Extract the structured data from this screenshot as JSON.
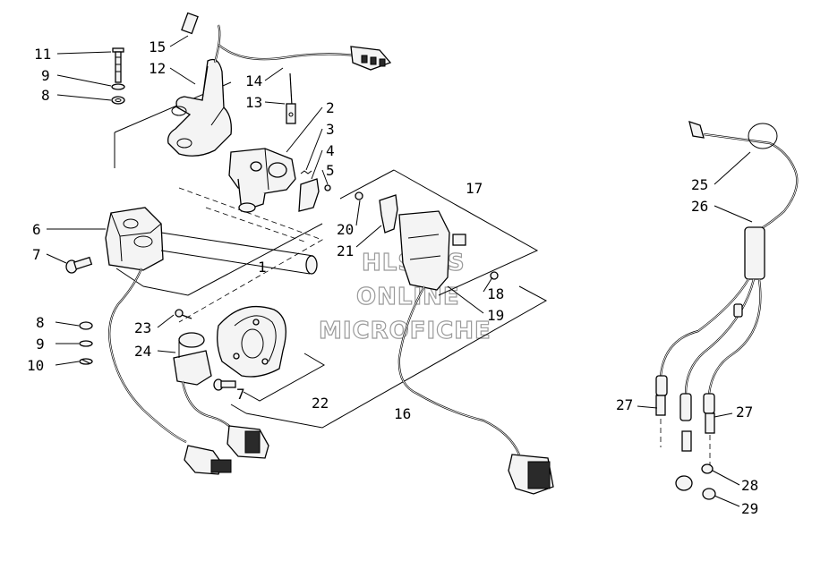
{
  "watermark": {
    "line1": "HLSM'S",
    "line2": "ONLINE",
    "line3": "MICROFICHE"
  },
  "callouts": {
    "c1": "1",
    "c2": "2",
    "c3": "3",
    "c4": "4",
    "c5": "5",
    "c6": "6",
    "c7a": "7",
    "c7b": "7",
    "c8a": "8",
    "c8b": "8",
    "c9a": "9",
    "c9b": "9",
    "c10": "10",
    "c11": "11",
    "c12": "12",
    "c13": "13",
    "c14": "14",
    "c15": "15",
    "c16": "16",
    "c17": "17",
    "c18": "18",
    "c19": "19",
    "c20": "20",
    "c21": "21",
    "c22": "22",
    "c23": "23",
    "c24": "24",
    "c25": "25",
    "c26": "26",
    "c27a": "27",
    "c27b": "27",
    "c28": "28",
    "c29": "29"
  },
  "colors": {
    "ink": "#000000",
    "background": "#ffffff",
    "watermark": "#9a9a9a"
  }
}
